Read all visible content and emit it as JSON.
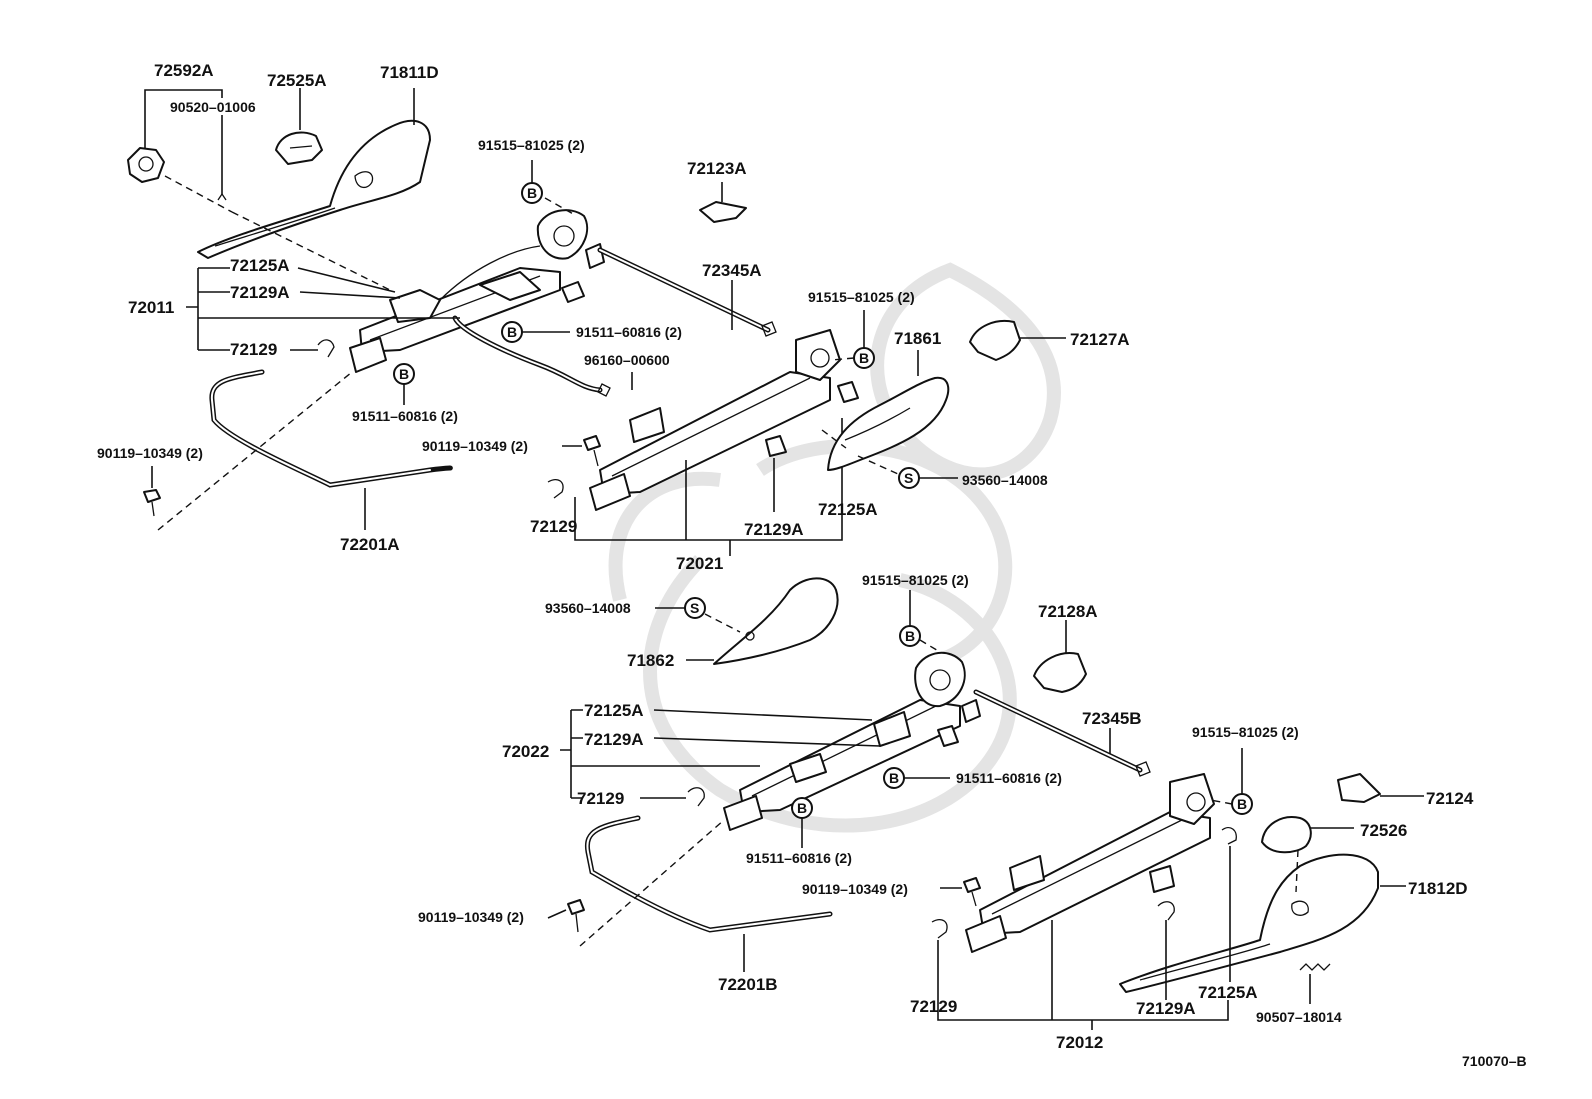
{
  "diagram": {
    "code": "710070–B",
    "labels": [
      {
        "id": "p72592A",
        "text": "72592A"
      },
      {
        "id": "p90520",
        "text": "90520–01006"
      },
      {
        "id": "p72525A",
        "text": "72525A"
      },
      {
        "id": "p71811D",
        "text": "71811D"
      },
      {
        "id": "p91515a",
        "text": "91515–81025 (2)"
      },
      {
        "id": "p72123A",
        "text": "72123A"
      },
      {
        "id": "p72125A_1",
        "text": "72125A"
      },
      {
        "id": "p72129A_1",
        "text": "72129A"
      },
      {
        "id": "p72011",
        "text": "72011"
      },
      {
        "id": "p72129_1",
        "text": "72129"
      },
      {
        "id": "p72345A",
        "text": "72345A"
      },
      {
        "id": "p91511a",
        "text": "91511–60816 (2)"
      },
      {
        "id": "p91511b",
        "text": "91511–60816 (2)"
      },
      {
        "id": "p96160",
        "text": "96160–00600"
      },
      {
        "id": "p91515b",
        "text": "91515–81025 (2)"
      },
      {
        "id": "p71861",
        "text": "71861"
      },
      {
        "id": "p72127A",
        "text": "72127A"
      },
      {
        "id": "p90119a",
        "text": "90119–10349 (2)"
      },
      {
        "id": "p90119b",
        "text": "90119–10349 (2)"
      },
      {
        "id": "p93560a",
        "text": "93560–14008"
      },
      {
        "id": "p72129_2",
        "text": "72129"
      },
      {
        "id": "p72129A_2",
        "text": "72129A"
      },
      {
        "id": "p72125A_2",
        "text": "72125A"
      },
      {
        "id": "p72201A",
        "text": "72201A"
      },
      {
        "id": "p72021",
        "text": "72021"
      },
      {
        "id": "p93560b",
        "text": "93560–14008"
      },
      {
        "id": "p91515c",
        "text": "91515–81025 (2)"
      },
      {
        "id": "p72128A",
        "text": "72128A"
      },
      {
        "id": "p71862",
        "text": "71862"
      },
      {
        "id": "p72125A_3",
        "text": "72125A"
      },
      {
        "id": "p72345B",
        "text": "72345B"
      },
      {
        "id": "p72022",
        "text": "72022"
      },
      {
        "id": "p72129A_3",
        "text": "72129A"
      },
      {
        "id": "p91511c",
        "text": "91511–60816 (2)"
      },
      {
        "id": "p91515d",
        "text": "91515–81025 (2)"
      },
      {
        "id": "p72129_3",
        "text": "72129"
      },
      {
        "id": "p72124",
        "text": "72124"
      },
      {
        "id": "p72526",
        "text": "72526"
      },
      {
        "id": "p91511d",
        "text": "91511–60816 (2)"
      },
      {
        "id": "p90119c",
        "text": "90119–10349 (2)"
      },
      {
        "id": "p71812D",
        "text": "71812D"
      },
      {
        "id": "p90119d",
        "text": "90119–10349 (2)"
      },
      {
        "id": "p72201B",
        "text": "72201B"
      },
      {
        "id": "p72129_4",
        "text": "72129"
      },
      {
        "id": "p72129A_4",
        "text": "72129A"
      },
      {
        "id": "p72125A_4",
        "text": "72125A"
      },
      {
        "id": "p90507",
        "text": "90507–18014"
      },
      {
        "id": "p72012",
        "text": "72012"
      }
    ],
    "symbols": {
      "bolt": "B",
      "screw": "S"
    }
  }
}
